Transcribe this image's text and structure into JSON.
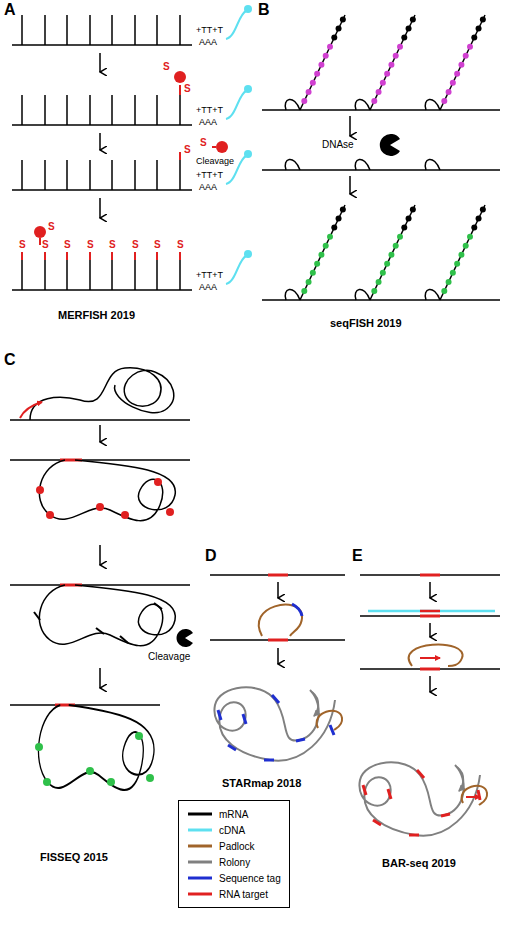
{
  "diagram": {
    "labels": [
      "A",
      "+TT+T",
      "AAA",
      "S",
      "S",
      "+TT+T",
      "AAA",
      "S",
      "S",
      "Cleavage",
      "+TT+T",
      "AAA",
      "S",
      "S",
      "S",
      "S",
      "S",
      "S",
      "S",
      "S",
      "S",
      "+TT+T",
      "AAA",
      "MERFISH 2019",
      "B",
      "DNAse",
      "seqFISH 2019",
      "C",
      "Cleavage",
      "FISSEQ 2015",
      "D",
      "STARmap 2018",
      "E",
      "BAR-seq 2019"
    ],
    "legend": [
      {
        "text": "mRNA",
        "color": "#000000"
      },
      {
        "text": "cDNA",
        "color": "#5ee0f0"
      },
      {
        "text": "Padlock",
        "color": "#a0642a"
      },
      {
        "text": "Rolony",
        "color": "#808080"
      },
      {
        "text": "Sequence tag",
        "color": "#1f2fd0"
      },
      {
        "text": "RNA target",
        "color": "#e02020"
      }
    ]
  }
}
